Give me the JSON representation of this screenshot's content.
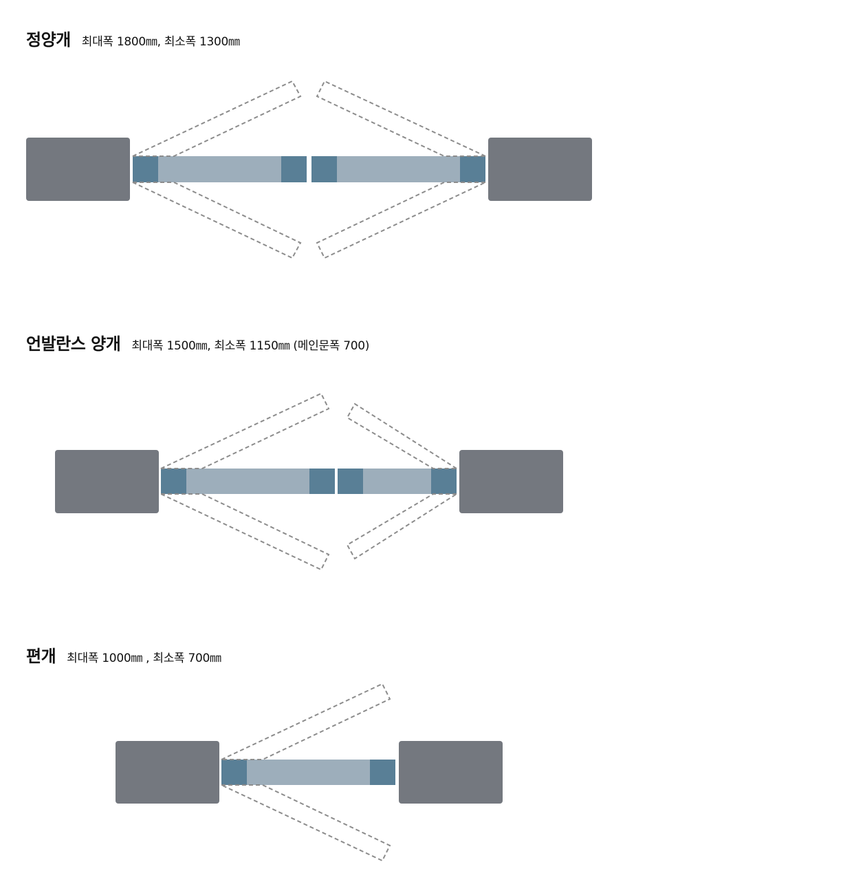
{
  "gates": [
    {
      "title": "정양개",
      "spec": "최대폭 1800㎜, 최소폭 1300㎜"
    },
    {
      "title": "언발란스 양개",
      "spec": "최대폭 1500㎜, 최소폭 1150㎜ (메인문폭 700)"
    },
    {
      "title": "편개",
      "spec": "최대폭 1000㎜ , 최소폭 700㎜"
    }
  ],
  "colors": {
    "pillar": "#74787f",
    "door_frame": "#597f96",
    "door_glass": "#9daebb",
    "swing_outline": "#8c8c8c"
  }
}
